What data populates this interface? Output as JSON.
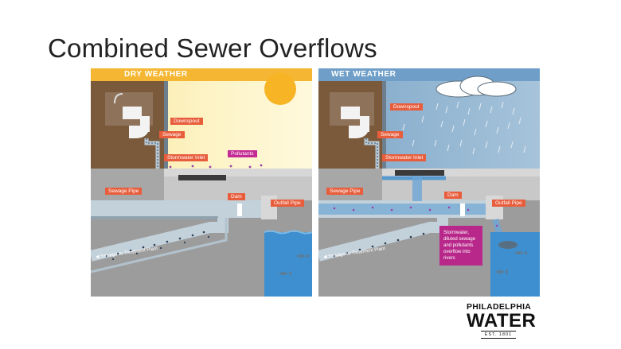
{
  "title": "Combined Sewer Overflows",
  "panels": {
    "dry": {
      "header": "DRY WEATHER",
      "labels": {
        "downspout": "Downspout",
        "sewage": "Sewage",
        "stormwater_inlet": "Stormwater Inlet",
        "pollutants": "Pollutants",
        "sewage_pipe": "Sewage Pipe",
        "dam": "Dam",
        "outfall_pipe": "Outfall Pipe",
        "treatment": "Sewage to Treatment Plant"
      }
    },
    "wet": {
      "header": "WET WEATHER",
      "labels": {
        "downspout": "Downspout",
        "sewage": "Sewage",
        "stormwater_inlet": "Stormwater Inlet",
        "sewage_pipe": "Sewage Pipe",
        "dam": "Dam",
        "outfall_pipe": "Outfall Pipe",
        "treatment": "Sewage to Treatment Plant",
        "overflow_note": "Stormwater, diluted sewage and pollutants overflow into rivers"
      }
    }
  },
  "logo": {
    "line1": "PHILADELPHIA",
    "line2": "WATER",
    "line3": "EST. 1801"
  },
  "colors": {
    "dry_sky": "#fdf3c0",
    "dry_header": "#f5b733",
    "sun": "#f7b526",
    "wet_sky": "#8fb4d2",
    "wet_header": "#6f9fc8",
    "building": "#7b5a3c",
    "ground": "#9b9b9b",
    "pipe": "#bfcdd6",
    "water": "#3d8fd0",
    "label_orange": "#e85d3c",
    "label_magenta": "#c42a94"
  }
}
